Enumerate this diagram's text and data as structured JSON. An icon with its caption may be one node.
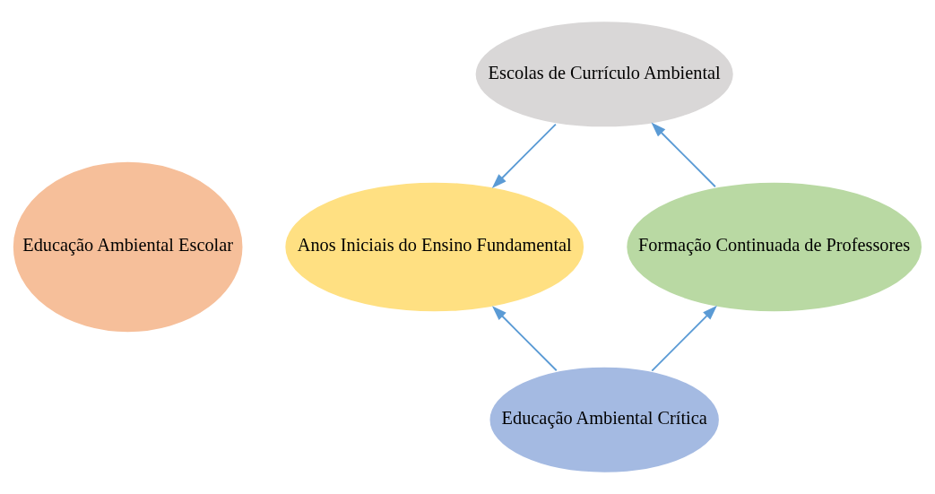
{
  "diagram": {
    "nodes": [
      {
        "text": [
          "Educação Ambiental Escolar"
        ]
      },
      {
        "text": [
          "Escolas de Currículo Ambiental"
        ]
      },
      {
        "text": [
          "Anos Iniciais do Ensino Fundamental"
        ]
      },
      {
        "text": [
          "Educação Ambiental Crítica"
        ]
      },
      {
        "text": [
          "Formação Continuada de Professores"
        ]
      }
    ],
    "edges": [
      {
        "from": 4,
        "to": 1,
        "arrow": "to"
      },
      {
        "from": 1,
        "to": 2,
        "arrow": "to"
      },
      {
        "from": 3,
        "to": 2,
        "arrow": "to"
      },
      {
        "from": 3,
        "to": 4,
        "arrow": "to"
      }
    ]
  }
}
